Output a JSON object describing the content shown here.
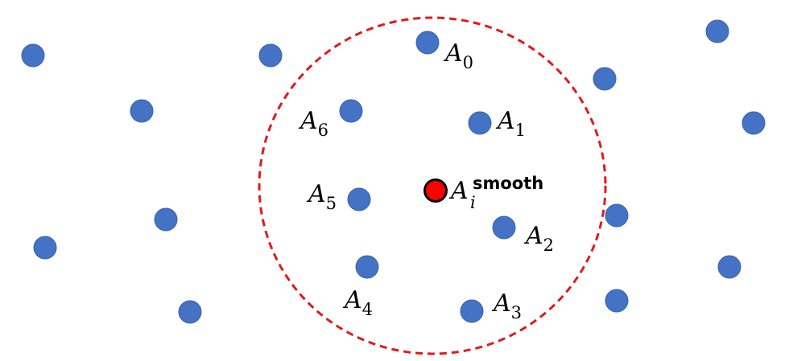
{
  "colors": {
    "point_fill": "#4472C4",
    "point_stroke": "#3A64AE",
    "circle_stroke": "#E3191C",
    "center_fill": "#FF0000",
    "center_stroke": "#000000"
  },
  "labels": {
    "a0": {
      "base": "A",
      "sub": "0"
    },
    "a1": {
      "base": "A",
      "sub": "1"
    },
    "a2": {
      "base": "A",
      "sub": "2"
    },
    "a3": {
      "base": "A",
      "sub": "3"
    },
    "a4": {
      "base": "A",
      "sub": "4"
    },
    "a5": {
      "base": "A",
      "sub": "5"
    },
    "a6": {
      "base": "A",
      "sub": "6"
    },
    "center": {
      "base": "A",
      "sub": "i",
      "sup": "smooth"
    }
  }
}
